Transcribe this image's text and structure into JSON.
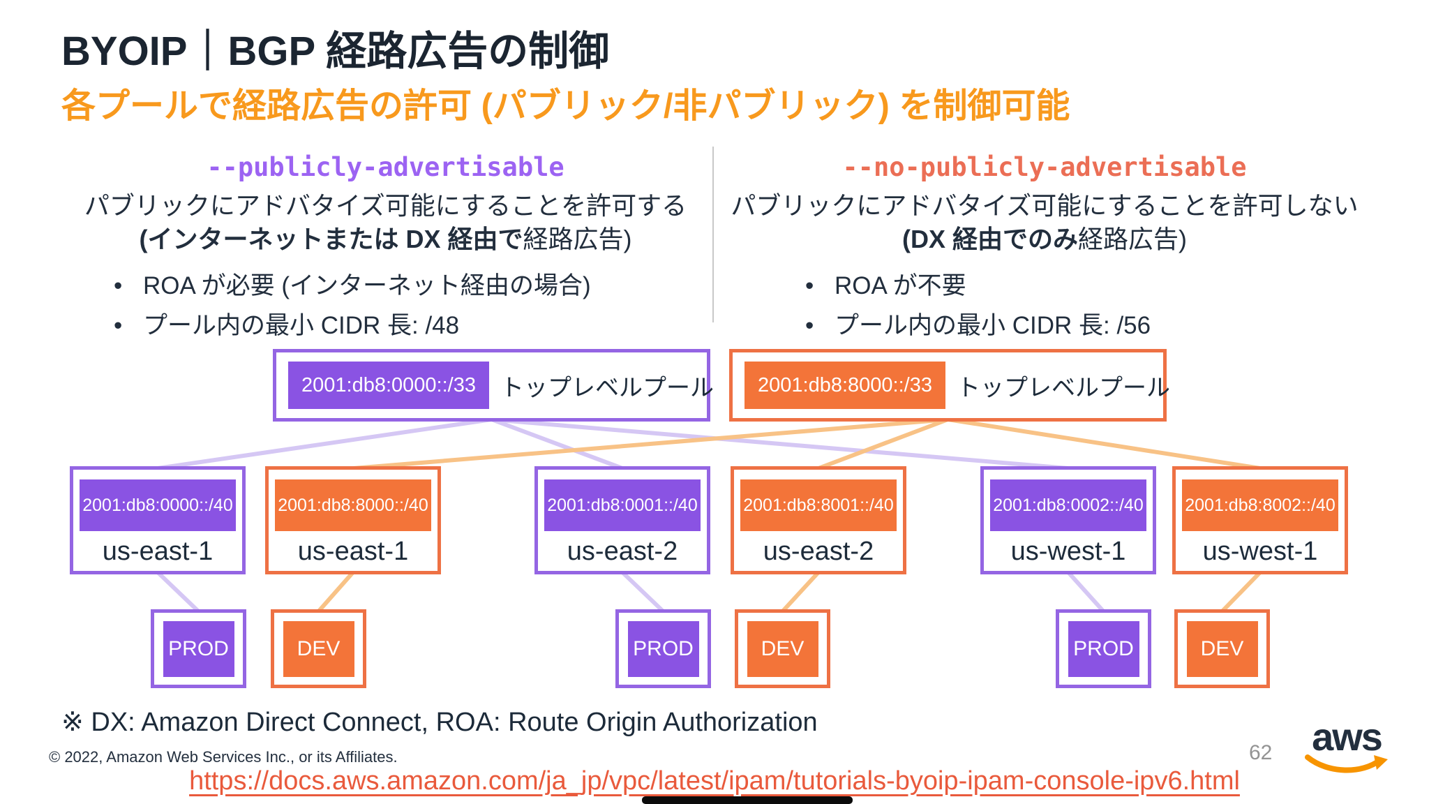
{
  "title": "BYOIP｜BGP 経路広告の制御",
  "subtitle": "各プールで経路広告の許可 (パブリック/非パブリック) を制御可能",
  "columns": {
    "left": {
      "command": "--publicly-advertisable",
      "desc1": "パブリックにアドバタイズ可能にすることを許可する",
      "desc2_bold": "(インターネットまたは DX 経由で",
      "desc2_rest": "経路広告)",
      "bullets": [
        "ROA が必要 (インターネット経由の場合)",
        "プール内の最小 CIDR 長: /48"
      ]
    },
    "right": {
      "command": "--no-publicly-advertisable",
      "desc1": "パブリックにアドバタイズ可能にすることを許可しない",
      "desc2_bold": "(DX 経由でのみ",
      "desc2_rest": "経路広告)",
      "bullets": [
        "ROA が不要",
        "プール内の最小 CIDR 長: /56"
      ]
    }
  },
  "diagram": {
    "top_pools": [
      {
        "cidr": "2001:db8:0000::/33",
        "label": "トップレベルプール",
        "variant": "purple"
      },
      {
        "cidr": "2001:db8:8000::/33",
        "label": "トップレベルプール",
        "variant": "orange"
      }
    ],
    "regional_pools": [
      {
        "cidr": "2001:db8:0000::/40",
        "region": "us-east-1",
        "variant": "purple"
      },
      {
        "cidr": "2001:db8:8000::/40",
        "region": "us-east-1",
        "variant": "orange"
      },
      {
        "cidr": "2001:db8:0001::/40",
        "region": "us-east-2",
        "variant": "purple"
      },
      {
        "cidr": "2001:db8:8001::/40",
        "region": "us-east-2",
        "variant": "orange"
      },
      {
        "cidr": "2001:db8:0002::/40",
        "region": "us-west-1",
        "variant": "purple"
      },
      {
        "cidr": "2001:db8:8002::/40",
        "region": "us-west-1",
        "variant": "orange"
      }
    ],
    "env_pools": [
      {
        "label": "PROD",
        "variant": "purple"
      },
      {
        "label": "DEV",
        "variant": "orange"
      },
      {
        "label": "PROD",
        "variant": "purple"
      },
      {
        "label": "DEV",
        "variant": "orange"
      },
      {
        "label": "PROD",
        "variant": "purple"
      },
      {
        "label": "DEV",
        "variant": "orange"
      }
    ],
    "connections": [
      {
        "from": "tlp0",
        "to": "rp0",
        "variant": "purple"
      },
      {
        "from": "tlp0",
        "to": "rp2",
        "variant": "purple"
      },
      {
        "from": "tlp0",
        "to": "rp4",
        "variant": "purple"
      },
      {
        "from": "tlp1",
        "to": "rp1",
        "variant": "orange"
      },
      {
        "from": "tlp1",
        "to": "rp3",
        "variant": "orange"
      },
      {
        "from": "tlp1",
        "to": "rp5",
        "variant": "orange"
      },
      {
        "from": "rp0",
        "to": "ep0",
        "variant": "purple"
      },
      {
        "from": "rp1",
        "to": "ep1",
        "variant": "orange"
      },
      {
        "from": "rp2",
        "to": "ep2",
        "variant": "purple"
      },
      {
        "from": "rp3",
        "to": "ep3",
        "variant": "orange"
      },
      {
        "from": "rp4",
        "to": "ep4",
        "variant": "purple"
      },
      {
        "from": "rp5",
        "to": "ep5",
        "variant": "orange"
      }
    ]
  },
  "footnote": "※ DX: Amazon Direct Connect, ROA: Route Origin Authorization",
  "copyright": "© 2022, Amazon Web Services Inc., or its Affiliates.",
  "page_number": "62",
  "link": {
    "text": "https://docs.aws.amazon.com/ja_jp/vpc/latest/ipam/tutorials-byoip-ipam-console-ipv6.html"
  },
  "logo_text": "aws",
  "colors": {
    "purple_fill": "#8A53E3",
    "purple_border": "#9465E3",
    "orange_fill": "#F37439",
    "orange_border": "#EE7144",
    "command_purple": "#9C63F2",
    "command_orange": "#EB6E55",
    "subtitle_orange": "#F8991D",
    "link_orange": "#E95A3C",
    "dark_text": "#232F3E",
    "wire_purple": "#D5C7F4",
    "wire_orange": "#F8C286"
  }
}
